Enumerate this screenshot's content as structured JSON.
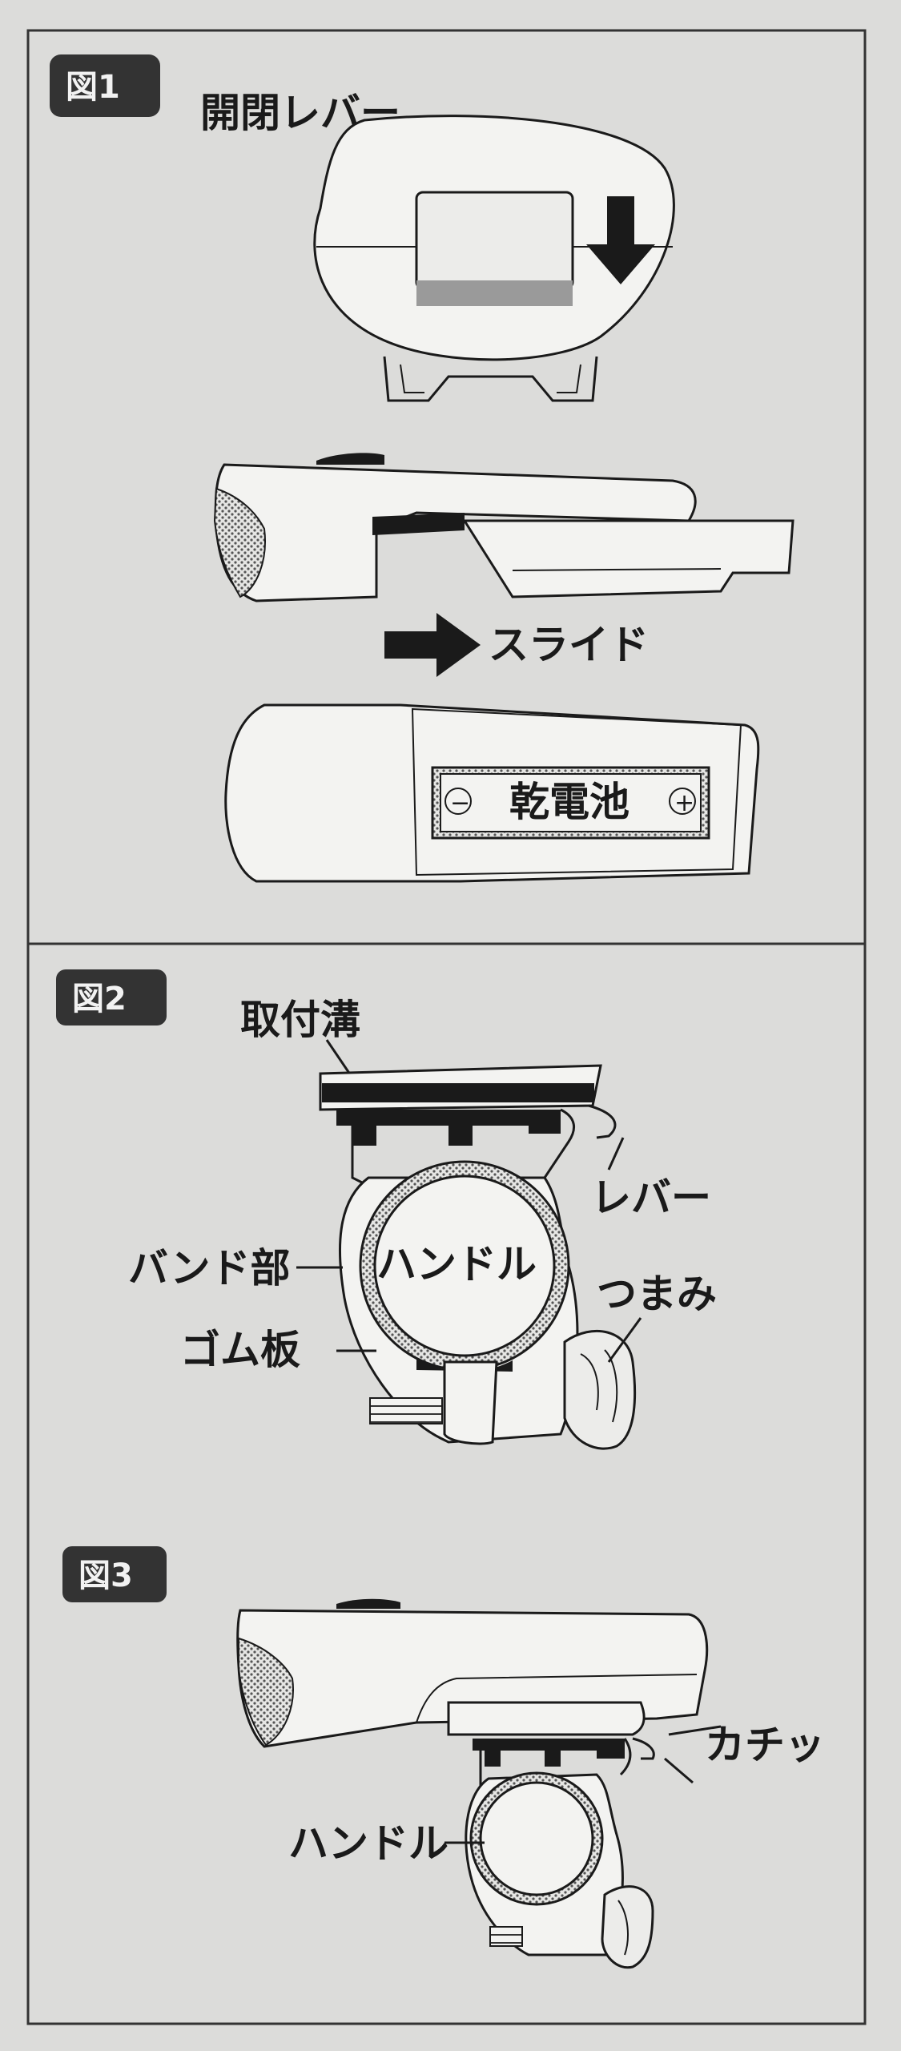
{
  "fig1": {
    "badge": "図1",
    "lever_label": "開閉レバー",
    "slide_label": "スライド",
    "battery_label": "乾電池",
    "minus_mark": "−",
    "plus_mark": "+"
  },
  "fig2": {
    "badge": "図2",
    "groove_label": "取付溝",
    "lever_label": "レバー",
    "band_label": "バンド部",
    "handle_label": "ハンドル",
    "knob_label": "つまみ",
    "rubber_label": "ゴム板"
  },
  "fig3": {
    "badge": "図3",
    "click_label": "カチッ",
    "handle_label": "ハンドル"
  }
}
